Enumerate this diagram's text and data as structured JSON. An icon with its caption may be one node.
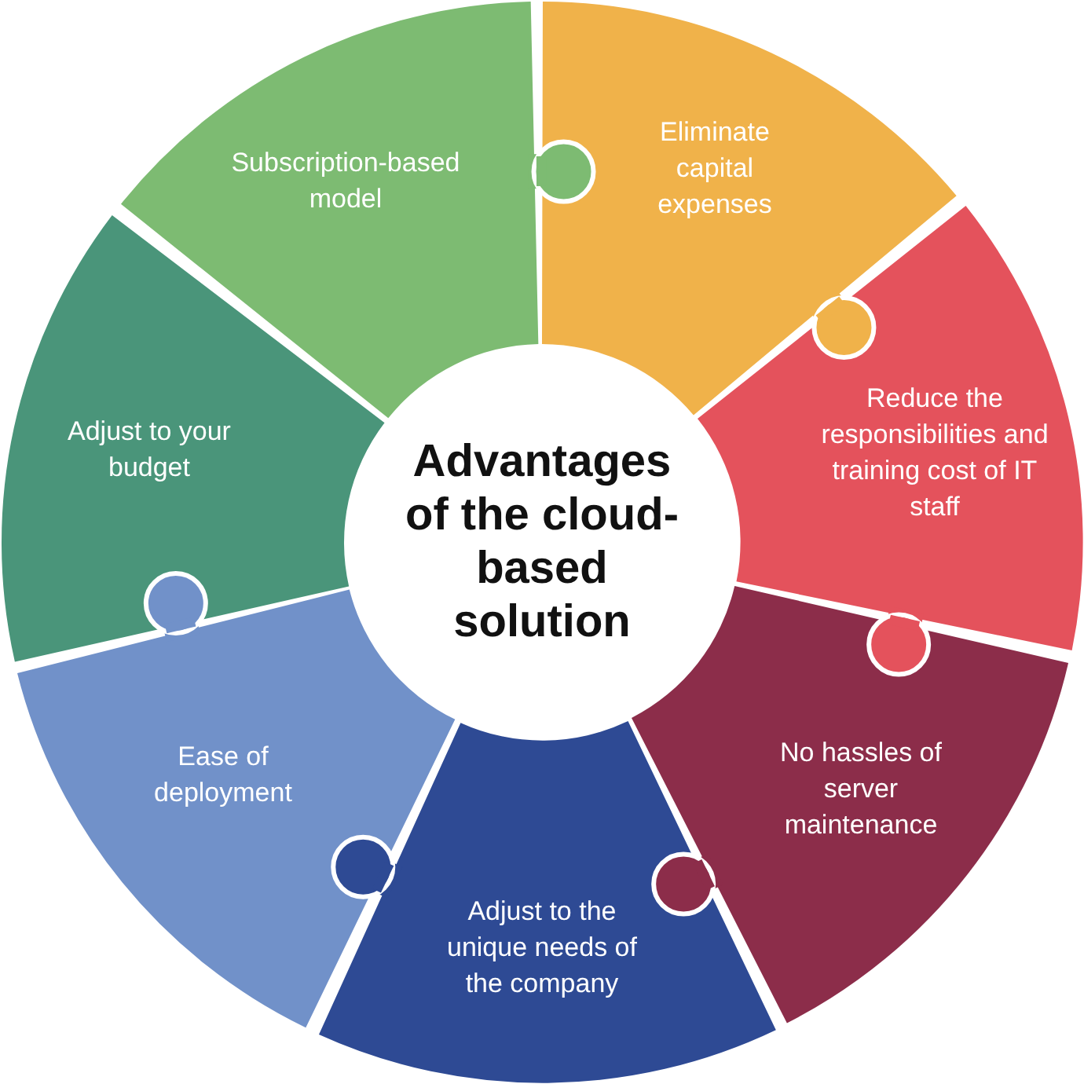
{
  "diagram": {
    "title": "Advantages of the cloud-based solution",
    "nodes": [
      {
        "text": [
          "Subscription-based model"
        ]
      },
      {
        "text": [
          "Eliminate capital expenses"
        ]
      },
      {
        "text": [
          "Reduce the responsibilities and training cost of IT staff"
        ]
      },
      {
        "text": [
          "No hassles of server maintenance"
        ]
      },
      {
        "text": [
          "Adjust to the unique needs of the company"
        ]
      },
      {
        "text": [
          "Ease of deployment"
        ]
      },
      {
        "text": [
          "Adjust to your budget"
        ]
      }
    ]
  }
}
